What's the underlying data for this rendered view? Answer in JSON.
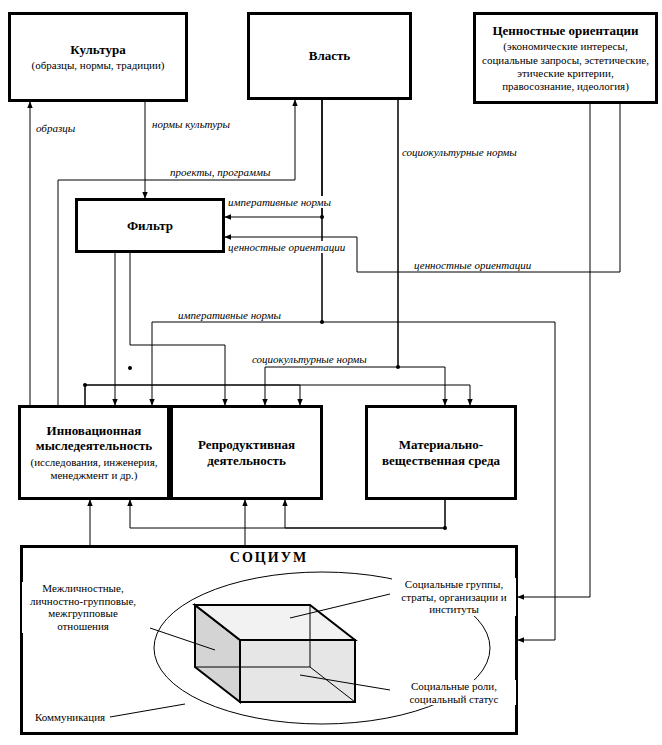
{
  "diagram": {
    "nodes": [
      {
        "text": [
          "Культура",
          "(образцы, нормы, традиции)"
        ]
      },
      {
        "text": [
          "Власть"
        ]
      },
      {
        "text": [
          "Ценностные ориентации",
          "(экономические интересы, социальные запросы, эстетические, этические критерии, правосознание, идеология)"
        ]
      },
      {
        "text": [
          "Фильтр"
        ]
      },
      {
        "text": [
          "Инновационная мыследеятельность",
          "(исследования, инженерия, менеджмент и др.)"
        ]
      },
      {
        "text": [
          "Репродуктивная деятельность"
        ]
      },
      {
        "text": [
          "Материально-вещественная среда"
        ]
      },
      {
        "text": [
          "СОЦИУМ"
        ]
      }
    ],
    "edges": [
      {
        "from": 4,
        "to": 0,
        "arrow": "to",
        "label": "образцы"
      },
      {
        "from": 0,
        "to": 3,
        "arrow": "to",
        "label": "нормы культуры"
      },
      {
        "from": 4,
        "to": 1,
        "arrow": "to",
        "label": "проекты, программы"
      },
      {
        "from": 1,
        "to": 3,
        "arrow": "to",
        "label": "императивные нормы"
      },
      {
        "from": 2,
        "to": 3,
        "arrow": "to",
        "label": "ценностные ориентации"
      },
      {
        "from": 2,
        "to": 7,
        "arrow": "to",
        "label": "ценностные ориентации"
      },
      {
        "from": 1,
        "to": 4,
        "arrow": "to",
        "label": "императивные нормы"
      },
      {
        "from": 1,
        "to": 7,
        "arrow": "to"
      },
      {
        "from": 1,
        "to": 6,
        "arrow": "to",
        "label": "социокультурные нормы"
      },
      {
        "from": 1,
        "to": 5,
        "arrow": "to",
        "label": "социокультурные нормы"
      },
      {
        "from": 3,
        "to": 4,
        "arrow": "to"
      },
      {
        "from": 3,
        "to": 5,
        "arrow": "to"
      },
      {
        "from": 4,
        "to": 5,
        "arrow": "to"
      },
      {
        "from": 4,
        "to": 6,
        "arrow": "to"
      },
      {
        "from": 7,
        "to": 4,
        "arrow": "to"
      },
      {
        "from": 7,
        "to": 5,
        "arrow": "to"
      },
      {
        "from": 6,
        "to": 4,
        "arrow": "to"
      },
      {
        "from": 6,
        "to": 5,
        "arrow": "to"
      }
    ],
    "labels": [
      "Межличностные, личностно-групповые, межгрупповые отношения",
      "Социальные группы, страты, организации и институты",
      "Социальные роли, социальный статус",
      "Коммуникация"
    ]
  }
}
